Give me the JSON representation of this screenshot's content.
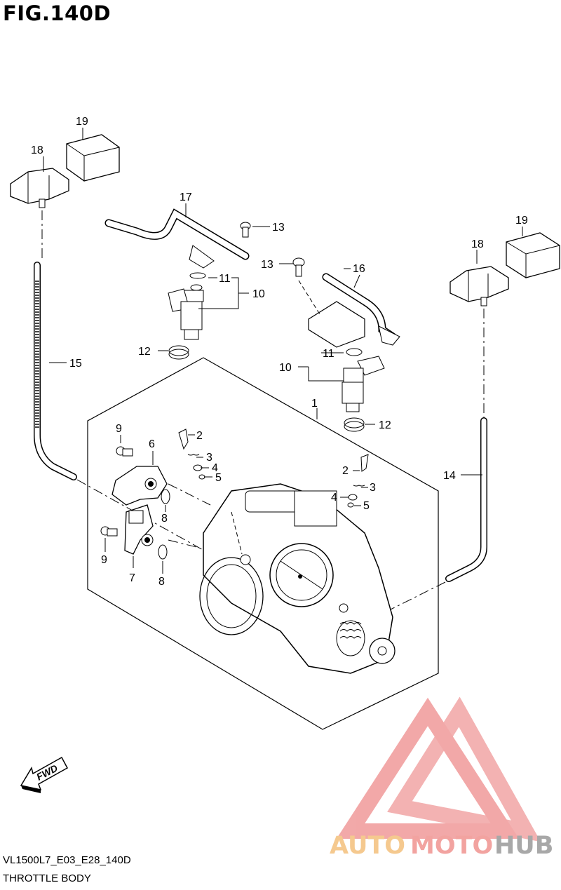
{
  "figure": {
    "title": "FIG.140D",
    "model_code": "VL1500L7_E03_E28_140D",
    "section_name": "THROTTLE BODY"
  },
  "fwd_label": "FWD",
  "watermark": {
    "parts": [
      "AUTO",
      "MOTO",
      "HUB"
    ],
    "colors": [
      "#f5c98f",
      "#f2a3a0",
      "#a8a8a8"
    ],
    "logo_color": "#f09a9a"
  },
  "callouts": [
    "1",
    "2",
    "2",
    "3",
    "3",
    "4",
    "4",
    "5",
    "5",
    "6",
    "7",
    "8",
    "8",
    "9",
    "9",
    "10",
    "10",
    "11",
    "11",
    "12",
    "12",
    "13",
    "13",
    "14",
    "15",
    "16",
    "17",
    "18",
    "18",
    "19",
    "19"
  ]
}
